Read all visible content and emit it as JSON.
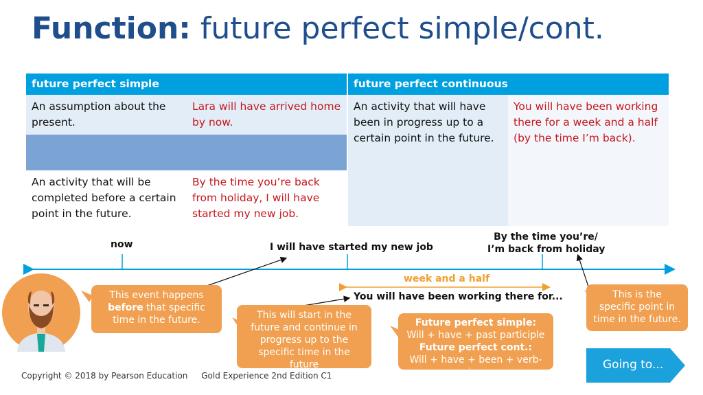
{
  "title": {
    "bold": "Function:",
    "rest": " future perfect simple/cont."
  },
  "table": {
    "header_simple": "future perfect simple",
    "header_continuous": "future perfect continuous",
    "simple_row1_use": "An assumption about the present.",
    "simple_row1_example": "Lara will have arrived home by now.",
    "simple_row2_use": "An activity that will be completed before a certain point in the future.",
    "simple_row2_example": "By the time you’re back from holiday, I will have started my new job.",
    "cont_use": "An activity that will have been in progress up to a certain point in the future.",
    "cont_example": "You will have been working there for a week and a half (by the time I’m back)."
  },
  "timeline": {
    "now": "now",
    "started_job": "I will have started my new job",
    "back_from_holiday_line1": "By the time you’re/",
    "back_from_holiday_line2": "I’m back from holiday",
    "week_and_half": "week and a half",
    "working_there": "You will have been working there for..."
  },
  "bubbles": {
    "event_pre": "This event happens ",
    "event_bold": "before",
    "event_post": " that specific time in the future.",
    "continue": "This will start in the future and continue in progress up to the specific time in the future",
    "rule_simple_title": "Future perfect simple:",
    "rule_simple": "Will + have + past participle",
    "rule_cont_title": "Future perfect cont.:",
    "rule_cont": "Will + have + been + verb-ing",
    "specific_point": "This is the specific point in time in the future."
  },
  "nav": {
    "next": "Going to..."
  },
  "footer": {
    "copyright": "Copyright © 2018 by Pearson Education",
    "edition": "Gold Experience 2nd Edition C1"
  },
  "colors": {
    "title": "#1f4e8c",
    "header": "#00a0e0",
    "example": "#c4161c",
    "bubble": "#f0a050",
    "accent": "#f0a030",
    "nav": "#1ba1dc"
  }
}
